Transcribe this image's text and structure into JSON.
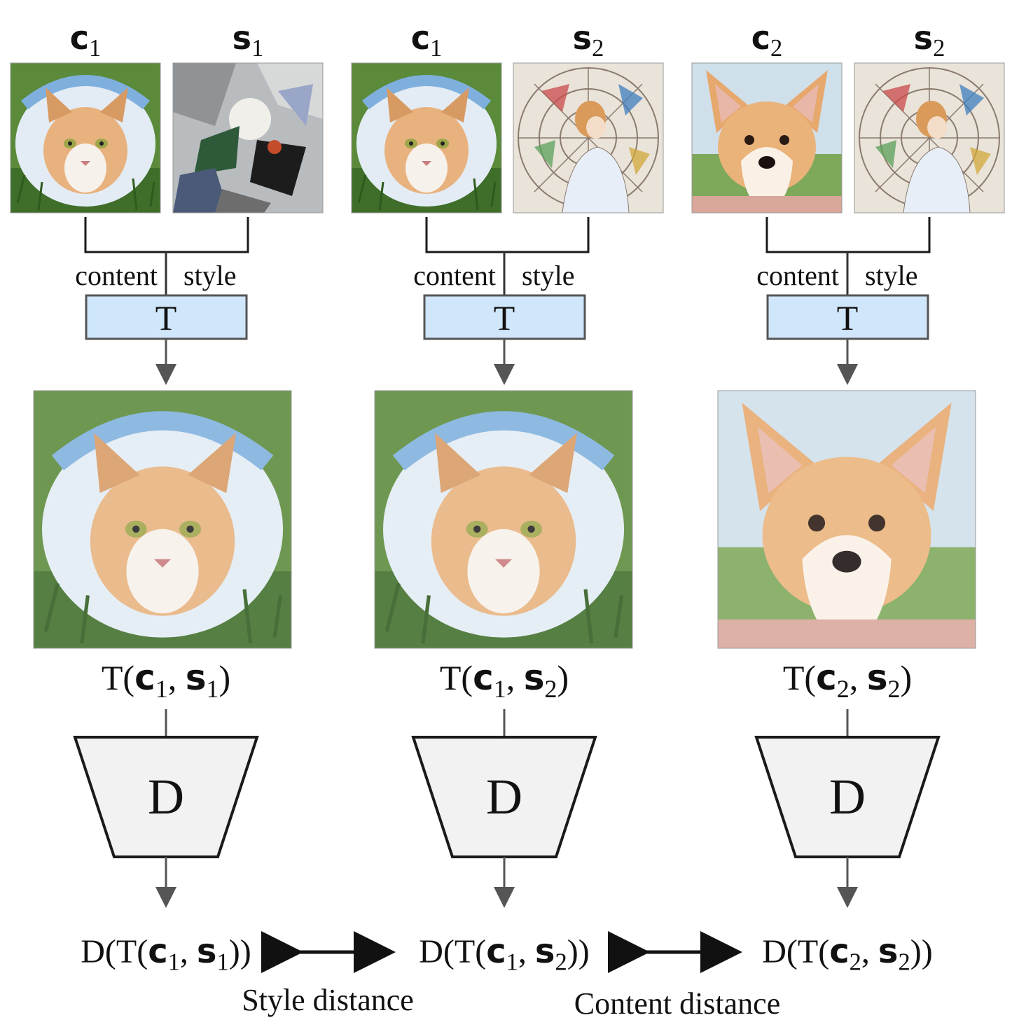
{
  "columns": [
    {
      "content_label": {
        "base": "c",
        "sub": "1"
      },
      "style_label": {
        "base": "s",
        "sub": "1"
      },
      "content_word": "content",
      "style_word": "style",
      "transfer_label": "T",
      "output_label": {
        "pre": "T(",
        "c": "c",
        "c_sub": "1",
        "sep": ",",
        "s": "s",
        "s_sub": "1",
        "post": ")"
      },
      "disc_label": "D",
      "final_label": {
        "pre": "D(T(",
        "c": "c",
        "c_sub": "1",
        "sep": ",",
        "s": "s",
        "s_sub": "1",
        "post": "))"
      },
      "content_image": "cat-photo",
      "style_image": "cubist-painting",
      "output_image": "stylized-cat-cubist"
    },
    {
      "content_label": {
        "base": "c",
        "sub": "1"
      },
      "style_label": {
        "base": "s",
        "sub": "2"
      },
      "content_word": "content",
      "style_word": "style",
      "transfer_label": "T",
      "output_label": {
        "pre": "T(",
        "c": "c",
        "c_sub": "1",
        "sep": ",",
        "s": "s",
        "s_sub": "2",
        "post": ")"
      },
      "disc_label": "D",
      "final_label": {
        "pre": "D(T(",
        "c": "c",
        "c_sub": "1",
        "sep": ",",
        "s": "s",
        "s_sub": "2",
        "post": "))"
      },
      "content_image": "cat-photo",
      "style_image": "stained-glass-woman",
      "output_image": "stylized-cat-stained-glass"
    },
    {
      "content_label": {
        "base": "c",
        "sub": "2"
      },
      "style_label": {
        "base": "s",
        "sub": "2"
      },
      "content_word": "content",
      "style_word": "style",
      "transfer_label": "T",
      "output_label": {
        "pre": "T(",
        "c": "c",
        "c_sub": "2",
        "sep": ",",
        "s": "s",
        "s_sub": "2",
        "post": ")"
      },
      "disc_label": "D",
      "final_label": {
        "pre": "D(T(",
        "c": "c",
        "c_sub": "2",
        "sep": ",",
        "s": "s",
        "s_sub": "2",
        "post": "))"
      },
      "content_image": "corgi-photo",
      "style_image": "stained-glass-woman",
      "output_image": "stylized-corgi-stained-glass"
    }
  ],
  "distances": {
    "style": "Style distance",
    "content": "Content distance"
  },
  "colors": {
    "transfer_box_fill": "#cfe6fb",
    "disc_fill": "#f2f2f2",
    "connector": "#555555",
    "stroke": "#1a1a1a"
  }
}
